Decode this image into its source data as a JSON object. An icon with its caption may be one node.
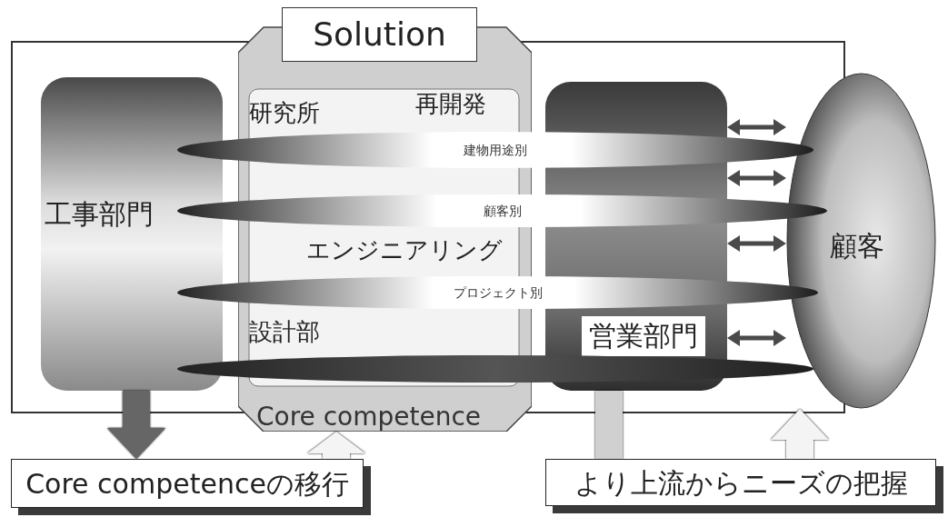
{
  "diagram": {
    "nodes": [
      {
        "text": [
          "工事部門"
        ]
      },
      {
        "text": [
          "Solution",
          "Core competence"
        ]
      },
      {
        "text": [
          "研究所"
        ],
        "in": 1
      },
      {
        "text": [
          "再開発"
        ],
        "in": 1
      },
      {
        "text": [
          "エンジニアリング"
        ],
        "in": 1
      },
      {
        "text": [
          "設計部"
        ],
        "in": 1
      },
      {
        "text": [
          "営業部門"
        ]
      },
      {
        "text": [
          "顧客"
        ]
      },
      {
        "text": [
          "建物用途別"
        ]
      },
      {
        "text": [
          "顧客別"
        ]
      },
      {
        "text": [
          "プロジェクト別"
        ]
      },
      {
        "text": [],
        "shape": "bar"
      },
      {
        "text": [
          "Core competenceの移行"
        ]
      },
      {
        "text": [
          "より上流からニーズの把握"
        ]
      }
    ],
    "edges": [
      {
        "from": 6,
        "to": 7,
        "arrow": "both"
      },
      {
        "from": 6,
        "to": 7,
        "arrow": "both"
      },
      {
        "from": 6,
        "to": 7,
        "arrow": "both"
      },
      {
        "from": 6,
        "to": 7,
        "arrow": "both"
      },
      {
        "from": 0,
        "to": 12,
        "arrow": "to",
        "style": "thick",
        "color": "#666666"
      },
      {
        "from": 12,
        "to": 1,
        "arrow": "to",
        "style": "thick",
        "color": "#f4f4f4"
      },
      {
        "from": 6,
        "to": 13,
        "arrow": "none",
        "style": "thick",
        "color": "#d0d0d0"
      },
      {
        "from": 13,
        "to": 7,
        "arrow": "to",
        "style": "thick",
        "color": "#f4f4f4"
      }
    ]
  }
}
